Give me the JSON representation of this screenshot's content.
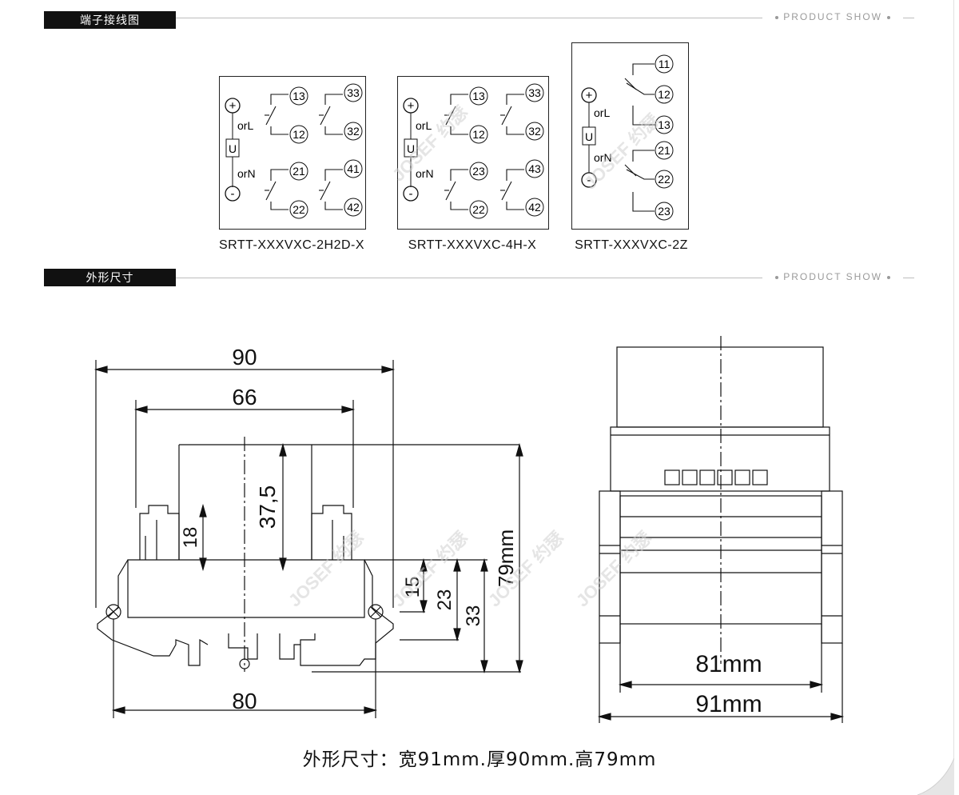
{
  "sections": {
    "wiring": {
      "title": "端子接线图",
      "tagline": "PRODUCT SHOW"
    },
    "dimensions": {
      "title": "外形尺寸",
      "tagline": "PRODUCT SHOW"
    }
  },
  "wiring_diagrams": [
    {
      "model": "SRTT-XXXVXC-2H2D-X",
      "plus": "+",
      "minus": "-",
      "coil": "U",
      "supply_top": "orL",
      "supply_bottom": "orN",
      "terminals": [
        "13",
        "12",
        "33",
        "32",
        "21",
        "22",
        "41",
        "42"
      ]
    },
    {
      "model": "SRTT-XXXVXC-4H-X",
      "plus": "+",
      "minus": "-",
      "coil": "U",
      "supply_top": "orL",
      "supply_bottom": "orN",
      "terminals": [
        "13",
        "12",
        "33",
        "32",
        "23",
        "22",
        "43",
        "42"
      ]
    },
    {
      "model": "SRTT-XXXVXC-2Z",
      "plus": "+",
      "minus": "-",
      "coil": "U",
      "supply_top": "orL",
      "supply_bottom": "orN",
      "terminals": [
        "11",
        "12",
        "13",
        "21",
        "22",
        "23"
      ]
    }
  ],
  "front_view_dimensions": {
    "overall_width": "90",
    "body_width": "66",
    "height_upper": "37,5",
    "terminal_height": "18",
    "base_width": "80",
    "right_dims": [
      "15",
      "23",
      "33",
      "79mm"
    ]
  },
  "side_view_dimensions": {
    "inner_width": "81mm",
    "overall_width": "91mm"
  },
  "watermark": "JOSEF 约瑟",
  "caption": "外形尺寸：宽91mm.厚90mm.高79mm"
}
